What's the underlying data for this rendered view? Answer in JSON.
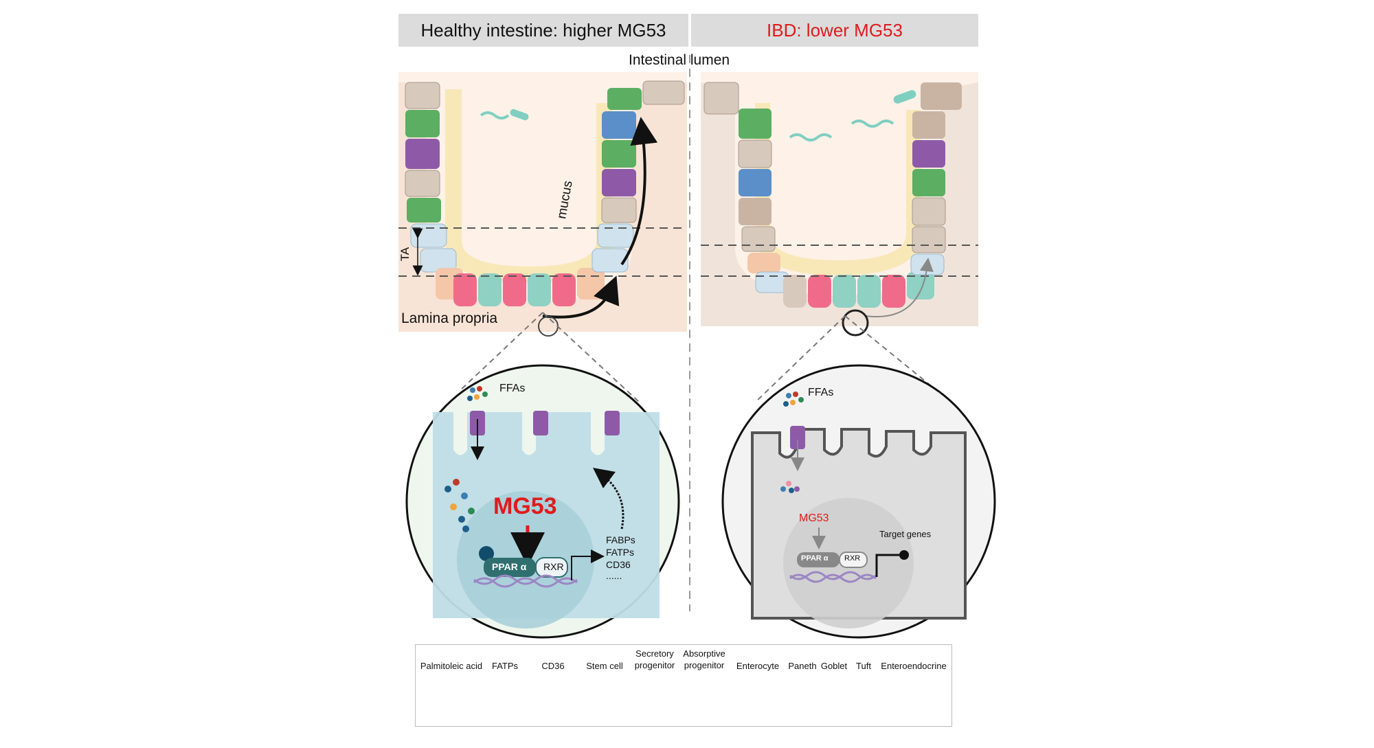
{
  "headers": {
    "healthy": "Healthy  intestine: higher MG53",
    "ibd": "IBD: lower MG53"
  },
  "labels": {
    "lumen": "Intestinal lumen",
    "mucus": "mucus",
    "ta": "TA",
    "lamina": "Lamina propria"
  },
  "healthy_cell": {
    "ffas": "FFAs",
    "mg53": "MG53",
    "ppar": "PPAR α",
    "rxr": "RXR",
    "targets": [
      "FABPs",
      "FATPs",
      "CD36",
      "......"
    ]
  },
  "ibd_cell": {
    "ffas": "FFAs",
    "mg53": "MG53",
    "ppar": "PPAR α",
    "rxr": "RXR",
    "target_genes": "Target genes"
  },
  "legend": {
    "palmitoleic": "Palmitoleic acid",
    "fatps": "FATPs",
    "cd36": "CD36",
    "stem": "Stem cell",
    "secretory": "Secretory progenitor",
    "absorptive": "Absorptive progenitor",
    "enterocyte": "Enterocyte",
    "paneth": "Paneth",
    "goblet": "Goblet",
    "tuft": "Tuft",
    "enteroendocrine": "Enteroendocrine"
  },
  "colors": {
    "accent_red": "#e01b1b",
    "stem": "#8fd1c3",
    "paneth": "#f06b8a",
    "goblet": "#5cae62",
    "tuft": "#5b8fc9",
    "enteroendocrine": "#8e5aa8",
    "secretory": "#cfe2ee",
    "absorptive": "#f3c7a8",
    "enterocyte": "#d8c9bd"
  }
}
